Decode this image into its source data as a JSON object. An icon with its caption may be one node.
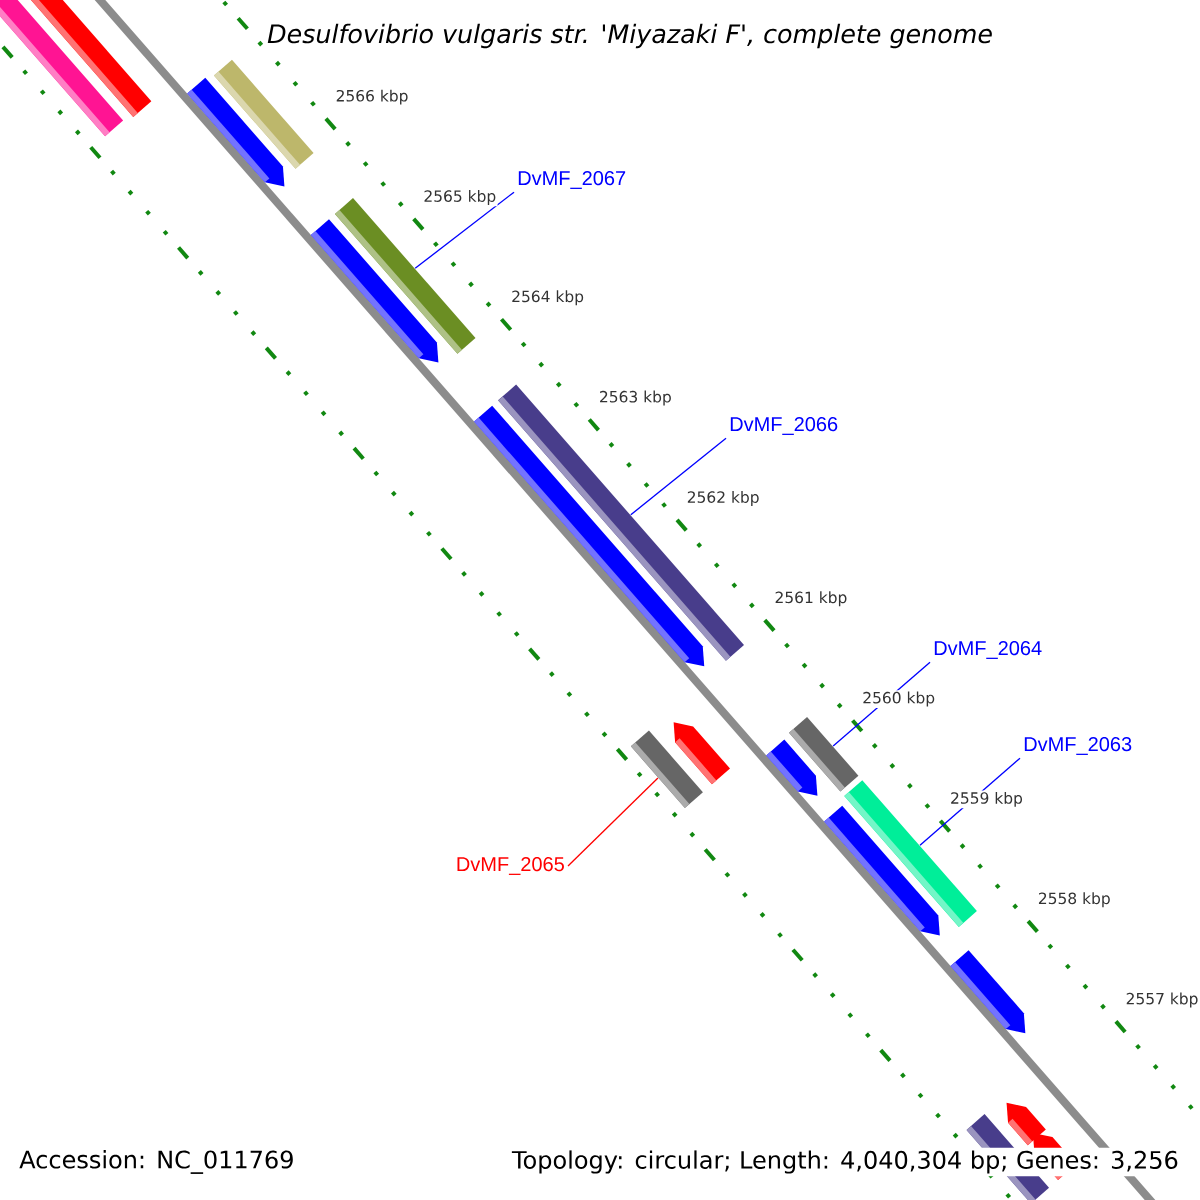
{
  "diagram": {
    "title": "Desulfovibrio vulgaris str. 'Miyazaki F', complete genome",
    "nodes": [
      {
        "text": [
          "DvMF_2067"
        ]
      },
      {
        "text": [],
        "shape": "bar"
      },
      {
        "text": [
          "DvMF_2066"
        ]
      },
      {
        "text": [],
        "shape": "bar"
      },
      {
        "text": [
          "DvMF_2064"
        ]
      },
      {
        "text": [],
        "shape": "bar"
      },
      {
        "text": [
          "DvMF_2063"
        ]
      },
      {
        "text": [],
        "shape": "bar"
      },
      {
        "text": [
          "DvMF_2065"
        ]
      },
      {
        "text": [],
        "shape": "bar"
      }
    ],
    "edges": [
      {
        "from": 0,
        "to": 1,
        "arrow": "none"
      },
      {
        "from": 2,
        "to": 3,
        "arrow": "none"
      },
      {
        "from": 4,
        "to": 5,
        "arrow": "none"
      },
      {
        "from": 6,
        "to": 7,
        "arrow": "none"
      },
      {
        "from": 8,
        "to": 9,
        "arrow": "none",
        "color": "#ff0000"
      }
    ],
    "labels": [
      "2566 kbp",
      "2565 kbp",
      "2564 kbp",
      "2563 kbp",
      "2562 kbp",
      "2561 kbp",
      "2560 kbp",
      "2559 kbp",
      "2558 kbp",
      "2557 kbp",
      "Accession: NC_011769",
      "Topology: circular; Length: 4,040,304 bp; Genes: 3,256"
    ]
  }
}
